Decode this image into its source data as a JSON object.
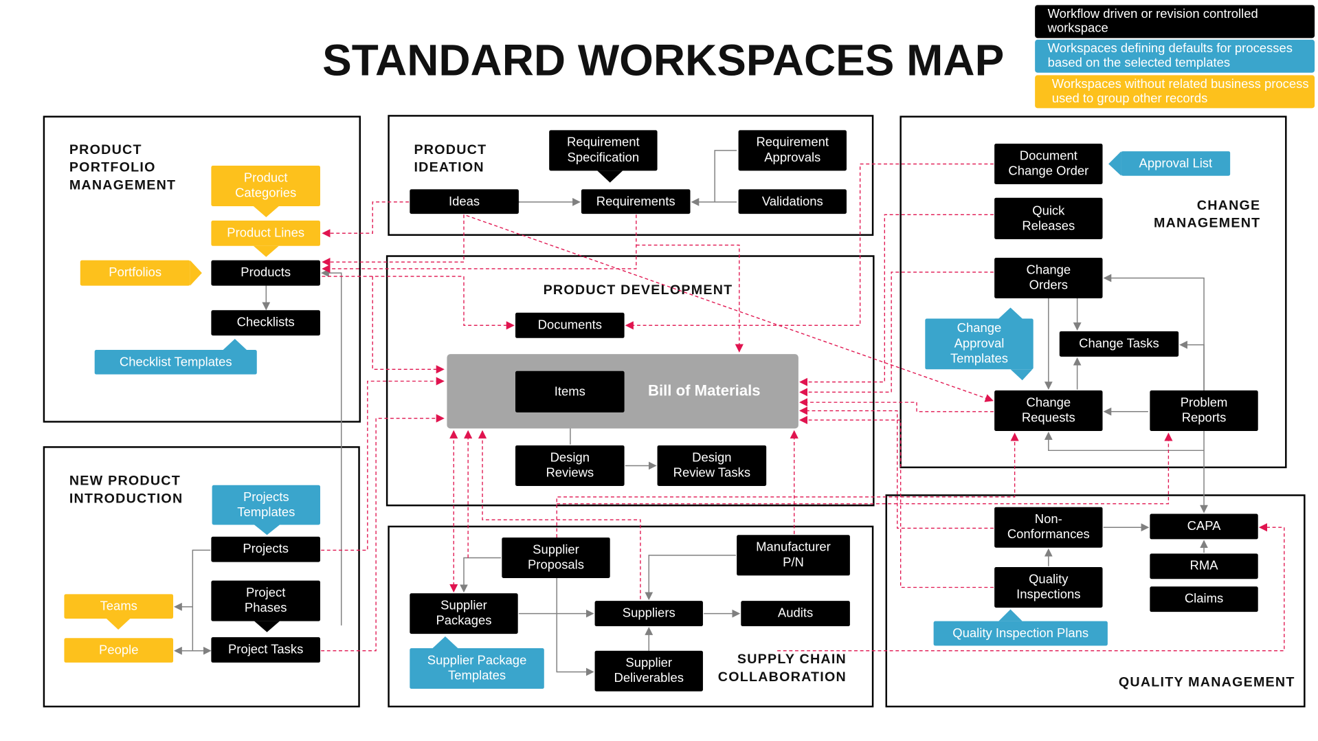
{
  "title": "STANDARD WORKSPACES MAP",
  "legend": {
    "workflow": "Workflow driven or revision controlled workspace",
    "templates": "Workspaces defining defaults for processes based on the selected templates",
    "grouping": "Workspaces without related business process used to group other records"
  },
  "colors": {
    "workflow": "#000000",
    "template": "#3aa5cc",
    "grouping": "#fdc11c",
    "link": "#e0144f",
    "flow": "#808080"
  },
  "sections": {
    "ppm": {
      "label": "PRODUCT\nPORTFOLIO\nMANAGEMENT",
      "product_categories": "Product\nCategories",
      "product_lines": "Product Lines",
      "portfolios": "Portfolios",
      "products": "Products",
      "checklists": "Checklists",
      "checklist_templates": "Checklist Templates"
    },
    "ideation": {
      "label": "PRODUCT\nIDEATION",
      "requirement_specification": "Requirement\nSpecification",
      "requirement_approvals": "Requirement\nApprovals",
      "ideas": "Ideas",
      "requirements": "Requirements",
      "validations": "Validations"
    },
    "development": {
      "label": "PRODUCT DEVELOPMENT",
      "documents": "Documents",
      "items": "Items",
      "bill_of_materials": "Bill of Materials",
      "design_reviews": "Design\nReviews",
      "design_review_tasks": "Design\nReview Tasks"
    },
    "change": {
      "label": "CHANGE\nMANAGEMENT",
      "document_change_order": "Document\nChange Order",
      "approval_list": "Approval List",
      "quick_releases": "Quick\nReleases",
      "change_orders": "Change\nOrders",
      "change_approval_templates": "Change\nApproval\nTemplates",
      "change_tasks": "Change Tasks",
      "change_requests": "Change\nRequests",
      "problem_reports": "Problem\nReports"
    },
    "npi": {
      "label": "NEW PRODUCT\nINTRODUCTION",
      "projects_templates": "Projects\nTemplates",
      "projects": "Projects",
      "project_phases": "Project\nPhases",
      "project_tasks": "Project Tasks",
      "teams": "Teams",
      "people": "People"
    },
    "supply": {
      "label": "SUPPLY CHAIN\nCOLLABORATION",
      "supplier_proposals": "Supplier\nProposals",
      "manufacturer_pn": "Manufacturer\nP/N",
      "supplier_packages": "Supplier\nPackages",
      "suppliers": "Suppliers",
      "audits": "Audits",
      "supplier_package_templates": "Supplier Package\nTemplates",
      "supplier_deliverables": "Supplier\nDeliverables"
    },
    "quality": {
      "label": "QUALITY MANAGEMENT",
      "non_conformances": "Non-\nConformances",
      "capa": "CAPA",
      "rma": "RMA",
      "claims": "Claims",
      "quality_inspections": "Quality\nInspections",
      "quality_inspection_plans": "Quality Inspection Plans"
    }
  }
}
